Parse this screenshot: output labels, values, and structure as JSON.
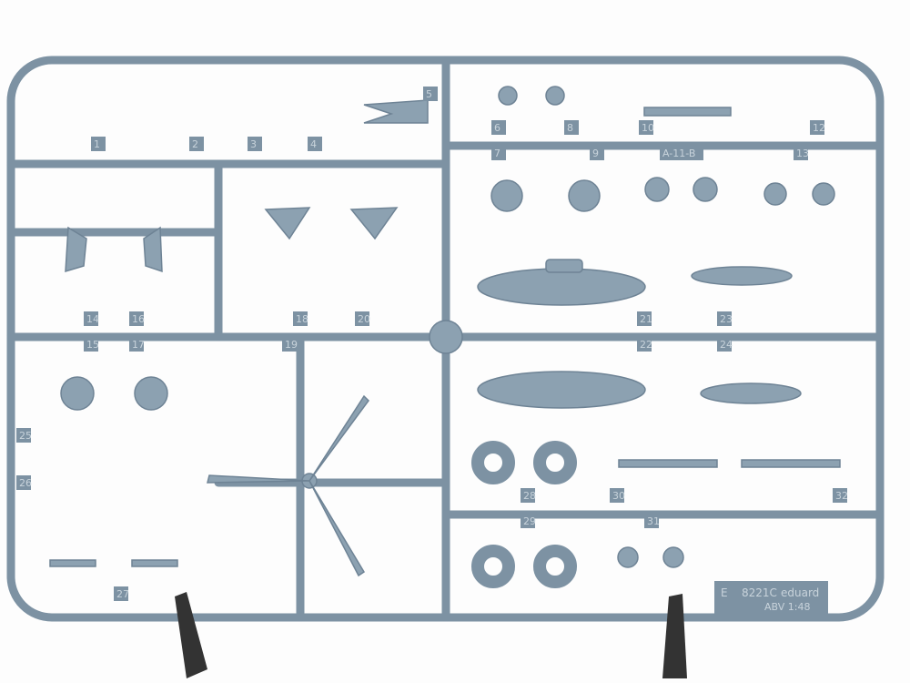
{
  "sprue": {
    "letter": "E",
    "code": "8221C",
    "brand": "eduard",
    "scale_line": "ABV 1:48",
    "colors": {
      "plastic": "#7d92a3",
      "part": "#8ca1b1",
      "background": "#fdfdfd",
      "stand": "#333333"
    },
    "part_numbers": [
      "1",
      "2",
      "3",
      "4",
      "5",
      "6",
      "7",
      "8",
      "9",
      "10",
      "A-11-B",
      "12",
      "13",
      "14",
      "15",
      "16",
      "17",
      "18",
      "19",
      "20",
      "21",
      "22",
      "23",
      "24",
      "25",
      "26",
      "27",
      "28",
      "29",
      "30",
      "31",
      "32"
    ]
  }
}
